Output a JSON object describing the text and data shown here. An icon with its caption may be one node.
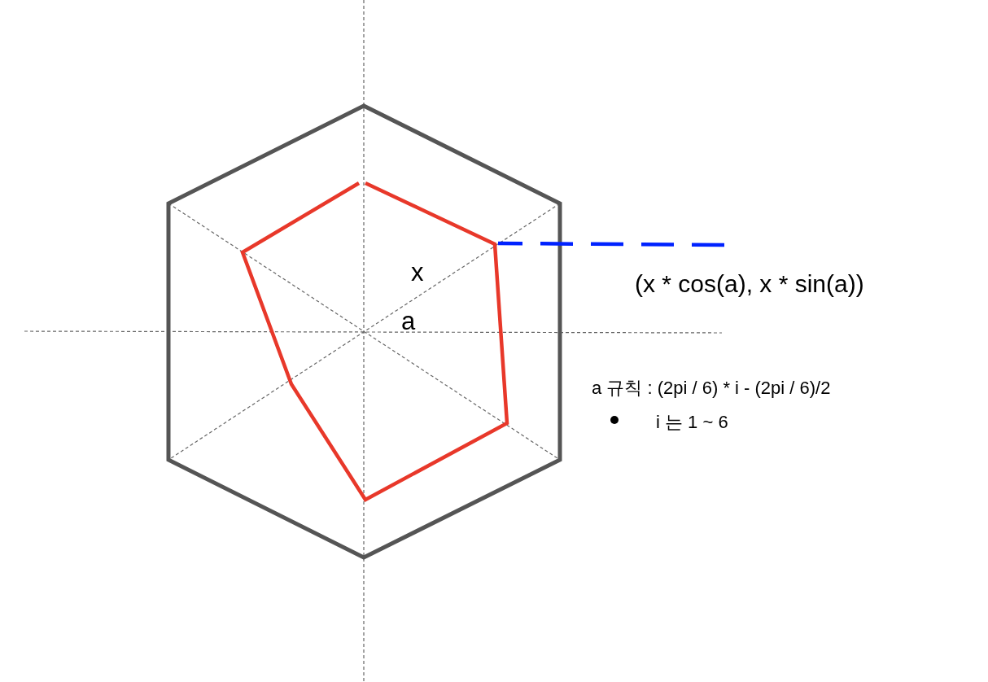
{
  "diagram": {
    "nodes": [
      {
        "text": [
          "(x * cos(a), x * sin(a))"
        ]
      },
      {
        "text": [],
        "shape": "polygon"
      }
    ],
    "edges": [
      {
        "from": 0,
        "to": 1,
        "arrow": "none",
        "style": "dashed",
        "color": "#0022ff"
      }
    ],
    "labels": [
      "x",
      "a",
      "a 규칙 : (2pi / 6) * i - (2pi / 6)/2",
      "i 는 1 ~ 6"
    ]
  }
}
